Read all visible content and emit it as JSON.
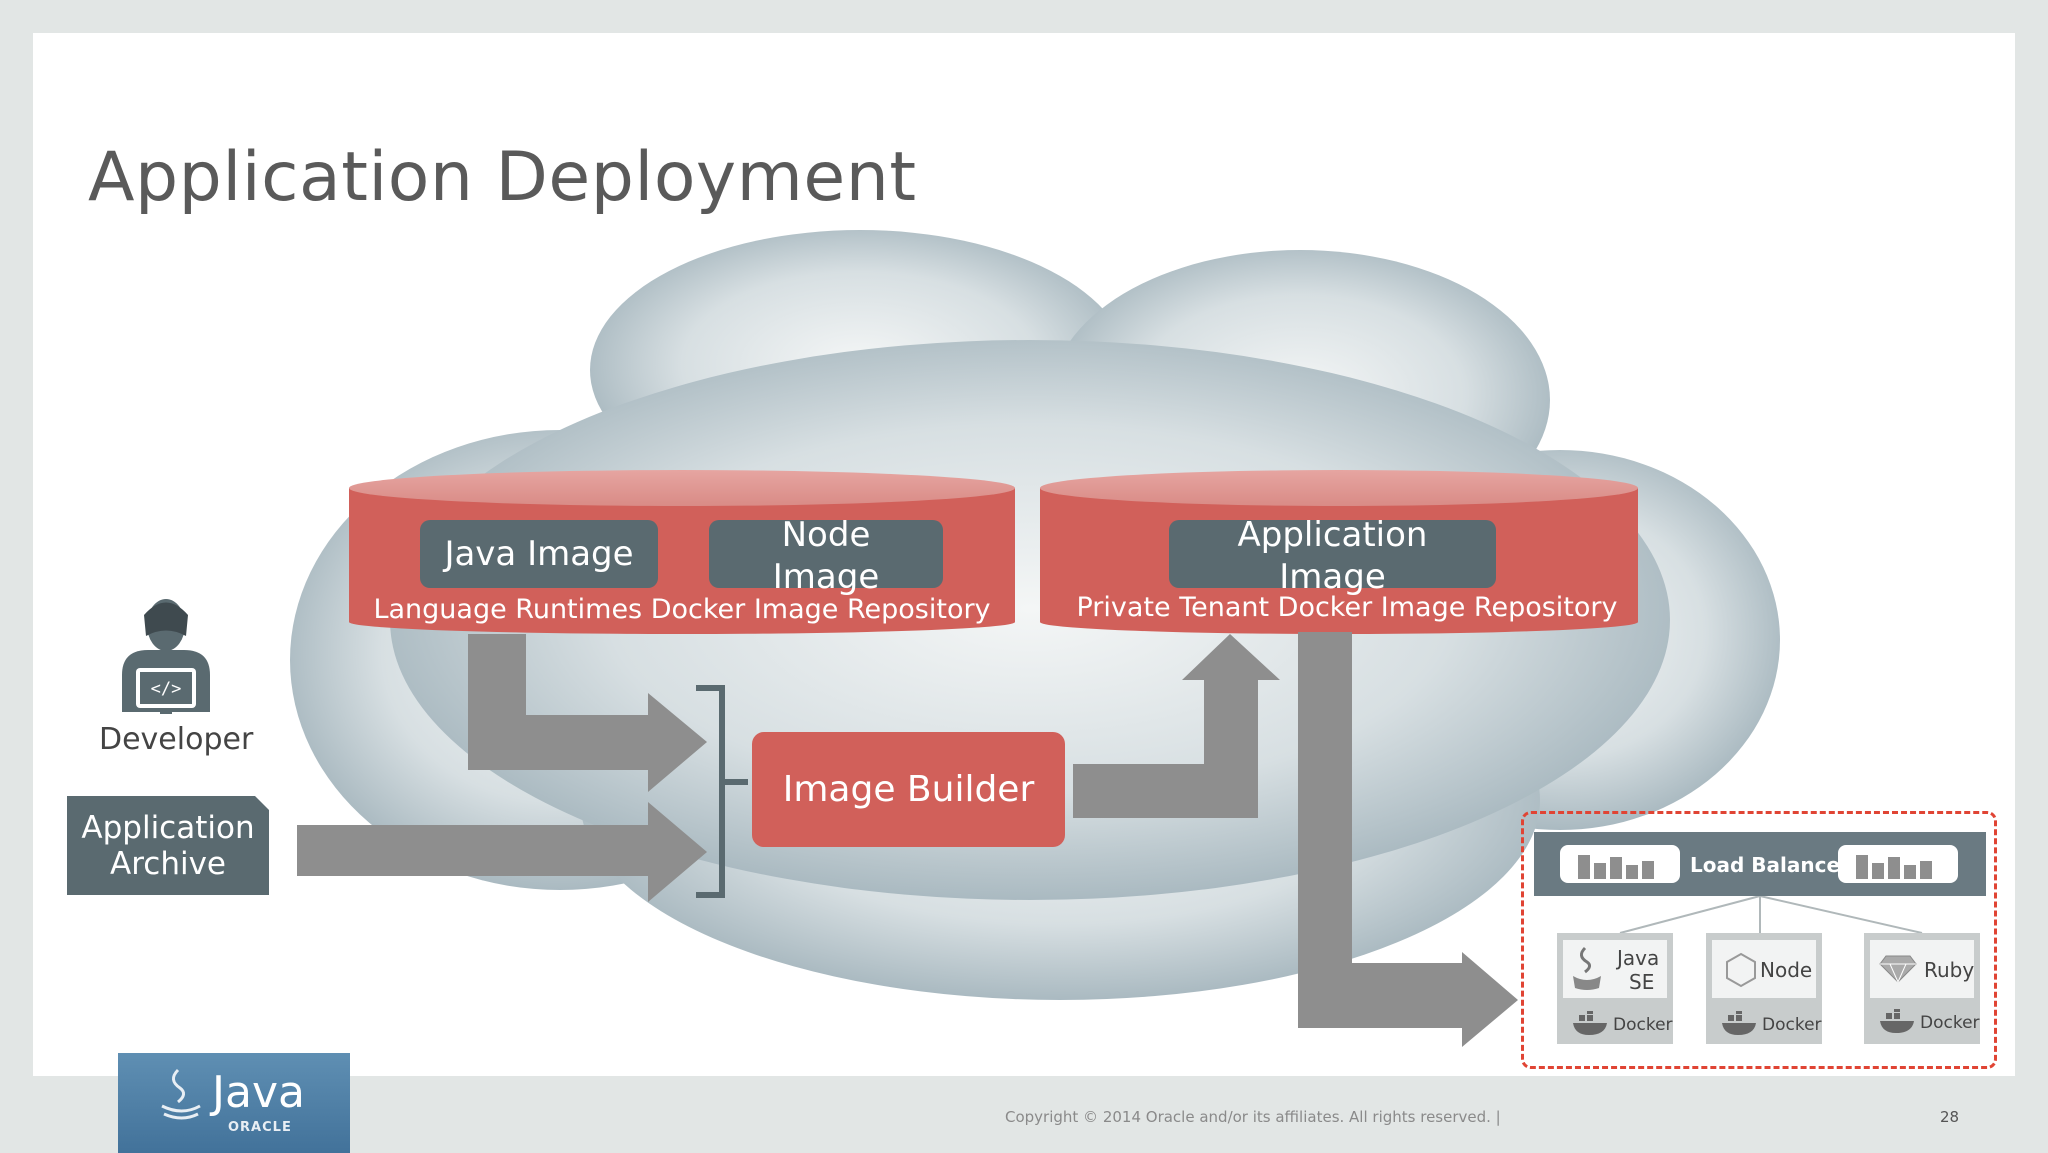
{
  "slide": {
    "title": "Application Deployment",
    "copyright": "Copyright © 2014 Oracle and/or its affiliates. All rights reserved.  |",
    "page_number": "28"
  },
  "logo": {
    "java": "Java",
    "oracle": "ORACLE"
  },
  "developer": {
    "label": "Developer",
    "icon": "developer-icon"
  },
  "application_archive": {
    "line1": "Application",
    "line2": "Archive"
  },
  "language_repo": {
    "label": "Language Runtimes Docker Image Repository",
    "java_image": "Java Image",
    "node_image_line1": "Node",
    "node_image_line2": "Image"
  },
  "tenant_repo": {
    "label": "Private Tenant Docker Image Repository",
    "app_image_line1": "Application",
    "app_image_line2": "Image"
  },
  "image_builder": "Image Builder",
  "deployment": {
    "load_balancer": "Load Balancer",
    "nodes": [
      {
        "line1": "Java",
        "line2": "SE",
        "runtime": "Docker",
        "icon": "java-cup-icon"
      },
      {
        "line1": "Node",
        "line2": "",
        "runtime": "Docker",
        "icon": "hexagon-icon"
      },
      {
        "line1": "Ruby",
        "line2": "",
        "runtime": "Docker",
        "icon": "gem-icon"
      }
    ]
  },
  "colors": {
    "repo_red": "#d1605a",
    "dark_slate": "#5a6a70",
    "arrow_gray": "#8e8e8e",
    "dashed_red": "#e04434"
  }
}
